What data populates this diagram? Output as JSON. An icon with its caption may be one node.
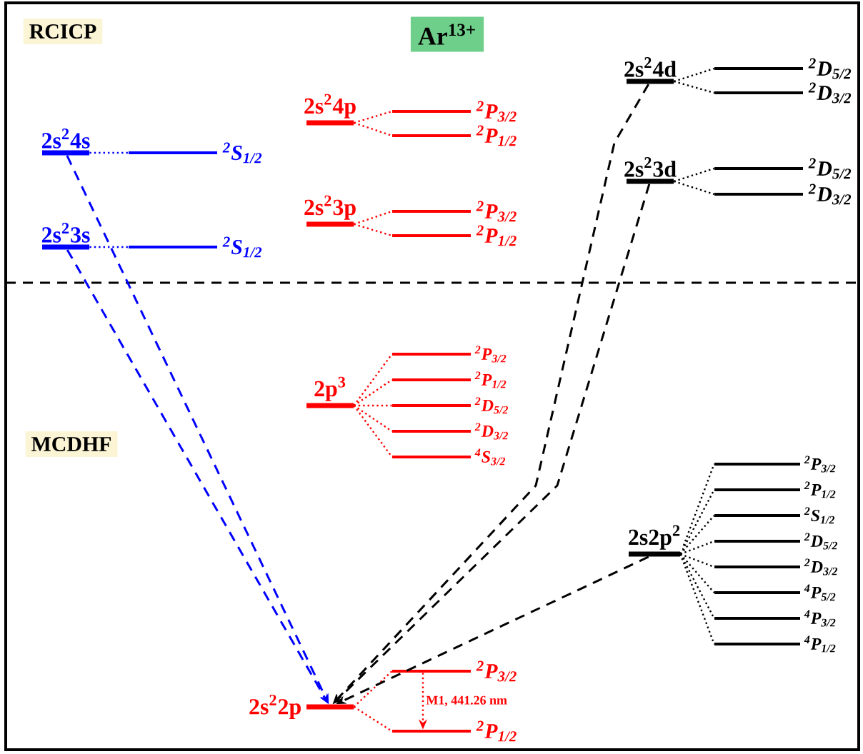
{
  "diagram": {
    "title": "Ar$^{13+}$",
    "nodes": [
      {
        "text": [
          "2s$^{2}$4s"
        ]
      },
      {
        "text": [
          "$^{2}$S$_{1/2}$"
        ]
      },
      {
        "text": [
          "2s$^{2}$3s"
        ]
      },
      {
        "text": [
          "$^{2}$S$_{1/2}$"
        ]
      },
      {
        "text": [
          "2s$^{2}$4p"
        ]
      },
      {
        "text": [
          "$^{2}$P$_{3/2}$"
        ]
      },
      {
        "text": [
          "$^{2}$P$_{1/2}$"
        ]
      },
      {
        "text": [
          "2s$^{2}$3p"
        ]
      },
      {
        "text": [
          "$^{2}$P$_{3/2}$"
        ]
      },
      {
        "text": [
          "$^{2}$P$_{1/2}$"
        ]
      },
      {
        "text": [
          "2p$^{3}$"
        ]
      },
      {
        "text": [
          "$^{2}$P$_{3/2}$"
        ]
      },
      {
        "text": [
          "$^{2}$P$_{1/2}$"
        ]
      },
      {
        "text": [
          "$^{2}$D$_{5/2}$"
        ]
      },
      {
        "text": [
          "$^{2}$D$_{3/2}$"
        ]
      },
      {
        "text": [
          "$^{4}$S$_{3/2}$"
        ]
      },
      {
        "text": [
          "2s$^{2}$2p"
        ]
      },
      {
        "text": [
          "$^{2}$P$_{3/2}$"
        ]
      },
      {
        "text": [
          "$^{2}$P$_{1/2}$"
        ]
      },
      {
        "text": [
          "2s$^{2}$4d"
        ]
      },
      {
        "text": [
          "$^{2}$D$_{5/2}$"
        ]
      },
      {
        "text": [
          "$^{2}$D$_{3/2}$"
        ]
      },
      {
        "text": [
          "2s$^{2}$3d"
        ]
      },
      {
        "text": [
          "$^{2}$D$_{5/2}$"
        ]
      },
      {
        "text": [
          "$^{2}$D$_{3/2}$"
        ]
      },
      {
        "text": [
          "2s2p$^{2}$"
        ]
      },
      {
        "text": [
          "$^{2}$P$_{3/2}$"
        ]
      },
      {
        "text": [
          "$^{2}$P$_{1/2}$"
        ]
      },
      {
        "text": [
          "$^{2}$S$_{1/2}$"
        ]
      },
      {
        "text": [
          "$^{2}$D$_{5/2}$"
        ]
      },
      {
        "text": [
          "$^{2}$D$_{3/2}$"
        ]
      },
      {
        "text": [
          "$^{4}$P$_{5/2}$"
        ]
      },
      {
        "text": [
          "$^{4}$P$_{3/2}$"
        ]
      },
      {
        "text": [
          "$^{4}$P$_{1/2}$"
        ]
      }
    ],
    "edges": [
      {
        "from": 0,
        "to": 1,
        "arrow": "none",
        "color": "#0000ff"
      },
      {
        "from": 2,
        "to": 3,
        "arrow": "none",
        "color": "#0000ff"
      },
      {
        "from": 4,
        "to": 5,
        "arrow": "none",
        "color": "#ff0000"
      },
      {
        "from": 4,
        "to": 6,
        "arrow": "none",
        "color": "#ff0000"
      },
      {
        "from": 7,
        "to": 8,
        "arrow": "none",
        "color": "#ff0000"
      },
      {
        "from": 7,
        "to": 9,
        "arrow": "none",
        "color": "#ff0000"
      },
      {
        "from": 10,
        "to": 11,
        "arrow": "none",
        "color": "#ff0000"
      },
      {
        "from": 10,
        "to": 12,
        "arrow": "none",
        "color": "#ff0000"
      },
      {
        "from": 10,
        "to": 13,
        "arrow": "none",
        "color": "#ff0000"
      },
      {
        "from": 10,
        "to": 14,
        "arrow": "none",
        "color": "#ff0000"
      },
      {
        "from": 10,
        "to": 15,
        "arrow": "none",
        "color": "#ff0000"
      },
      {
        "from": 16,
        "to": 17,
        "arrow": "none",
        "color": "#ff0000"
      },
      {
        "from": 16,
        "to": 18,
        "arrow": "none",
        "color": "#ff0000"
      },
      {
        "from": 19,
        "to": 20,
        "arrow": "none"
      },
      {
        "from": 19,
        "to": 21,
        "arrow": "none"
      },
      {
        "from": 22,
        "to": 23,
        "arrow": "none"
      },
      {
        "from": 22,
        "to": 24,
        "arrow": "none"
      },
      {
        "from": 25,
        "to": 26,
        "arrow": "none"
      },
      {
        "from": 25,
        "to": 27,
        "arrow": "none"
      },
      {
        "from": 25,
        "to": 28,
        "arrow": "none"
      },
      {
        "from": 25,
        "to": 29,
        "arrow": "none"
      },
      {
        "from": 25,
        "to": 30,
        "arrow": "none"
      },
      {
        "from": 25,
        "to": 31,
        "arrow": "none"
      },
      {
        "from": 25,
        "to": 32,
        "arrow": "none"
      },
      {
        "from": 25,
        "to": 33,
        "arrow": "none"
      },
      {
        "from": 0,
        "to": 16,
        "arrow": "to",
        "style": "dashed",
        "color": "#0000ff"
      },
      {
        "from": 2,
        "to": 16,
        "arrow": "to",
        "style": "dashed",
        "color": "#0000ff"
      },
      {
        "from": 19,
        "to": 16,
        "arrow": "to",
        "style": "dashed"
      },
      {
        "from": 22,
        "to": 16,
        "arrow": "to",
        "style": "dashed"
      },
      {
        "from": 25,
        "to": 16,
        "arrow": "to",
        "style": "dashed"
      },
      {
        "from": 17,
        "to": 18,
        "arrow": "to",
        "label": "M1, 441.26 nm",
        "color": "#ff0000"
      }
    ],
    "labels": [
      "RCICP",
      "MCDHF"
    ]
  }
}
